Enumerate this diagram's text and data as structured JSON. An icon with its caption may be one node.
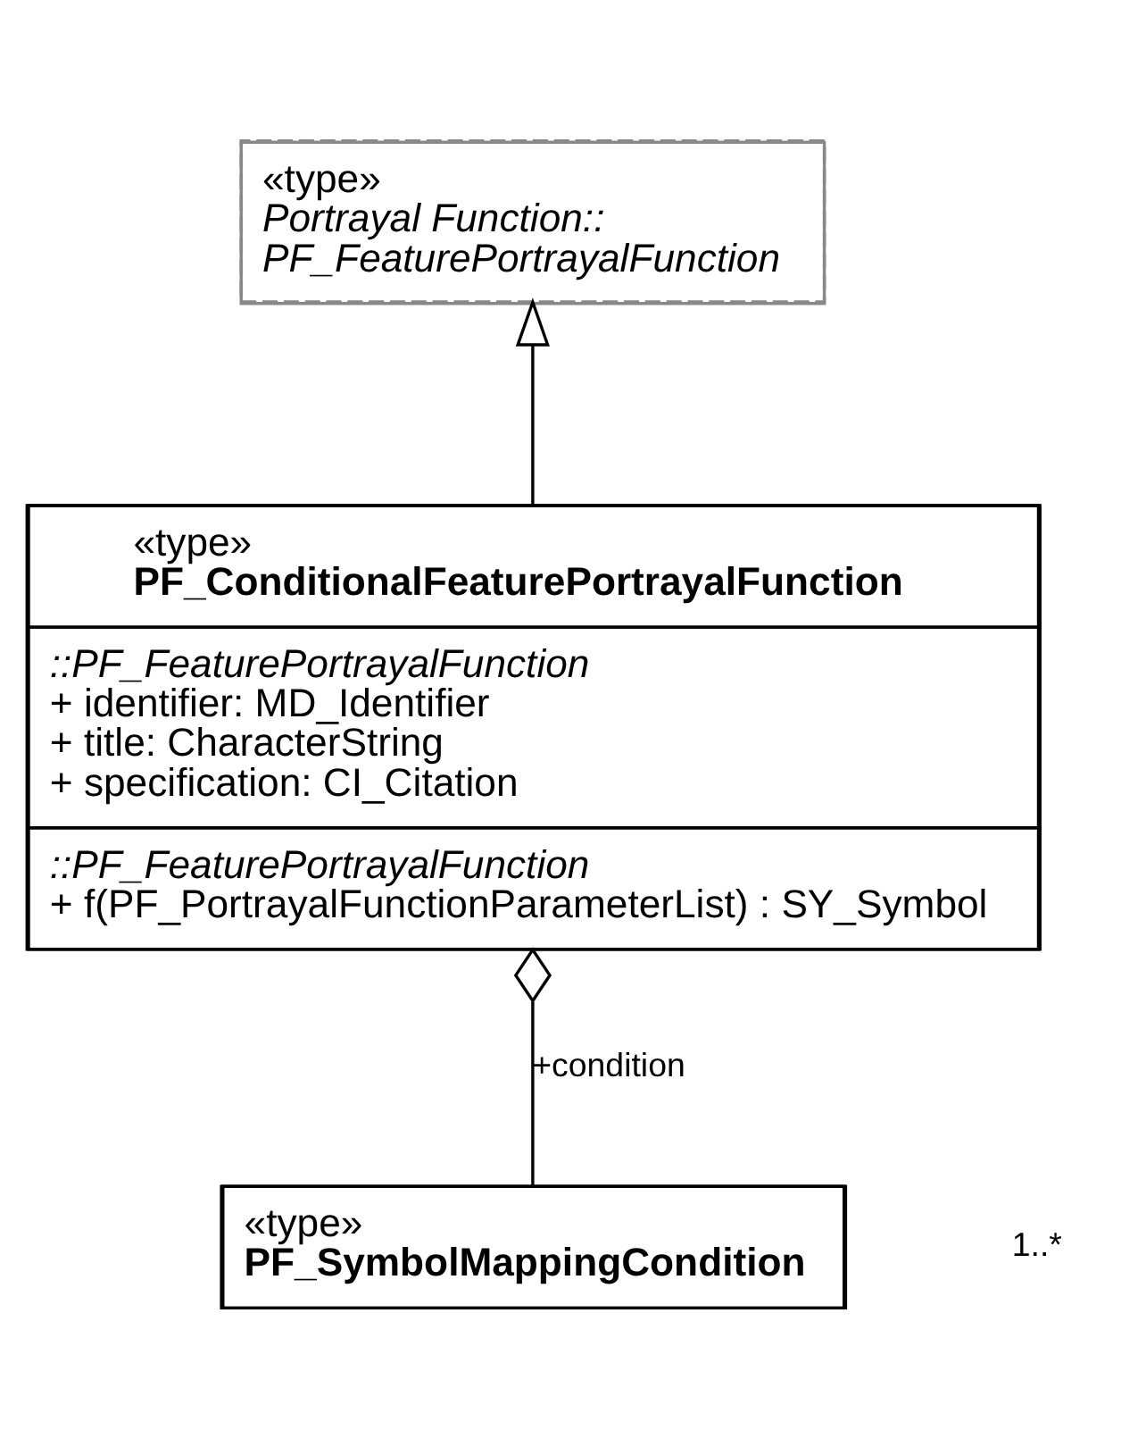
{
  "diagram": {
    "nodes": [
      {
        "text": [
          "«type»",
          "Portrayal Function:: PF_FeaturePortrayalFunction"
        ]
      },
      {
        "text": [
          "«type»",
          "PF_ConditionalFeaturePortrayalFunction",
          "::PF_FeaturePortrayalFunction + identifier: MD_Identifier + title: CharacterString + specification: CI_Citation",
          "::PF_FeaturePortrayalFunction + f(PF_PortrayalFunctionParameterList) : SY_Symbol"
        ]
      },
      {
        "text": [
          "«type»",
          "PF_SymbolMappingCondition"
        ]
      }
    ],
    "edges": [
      {
        "from": 1,
        "to": 0,
        "arrow": "to"
      },
      {
        "from": 2,
        "to": 1,
        "arrow": "other",
        "label": "+condition"
      }
    ],
    "labels": [
      "1..*"
    ]
  }
}
